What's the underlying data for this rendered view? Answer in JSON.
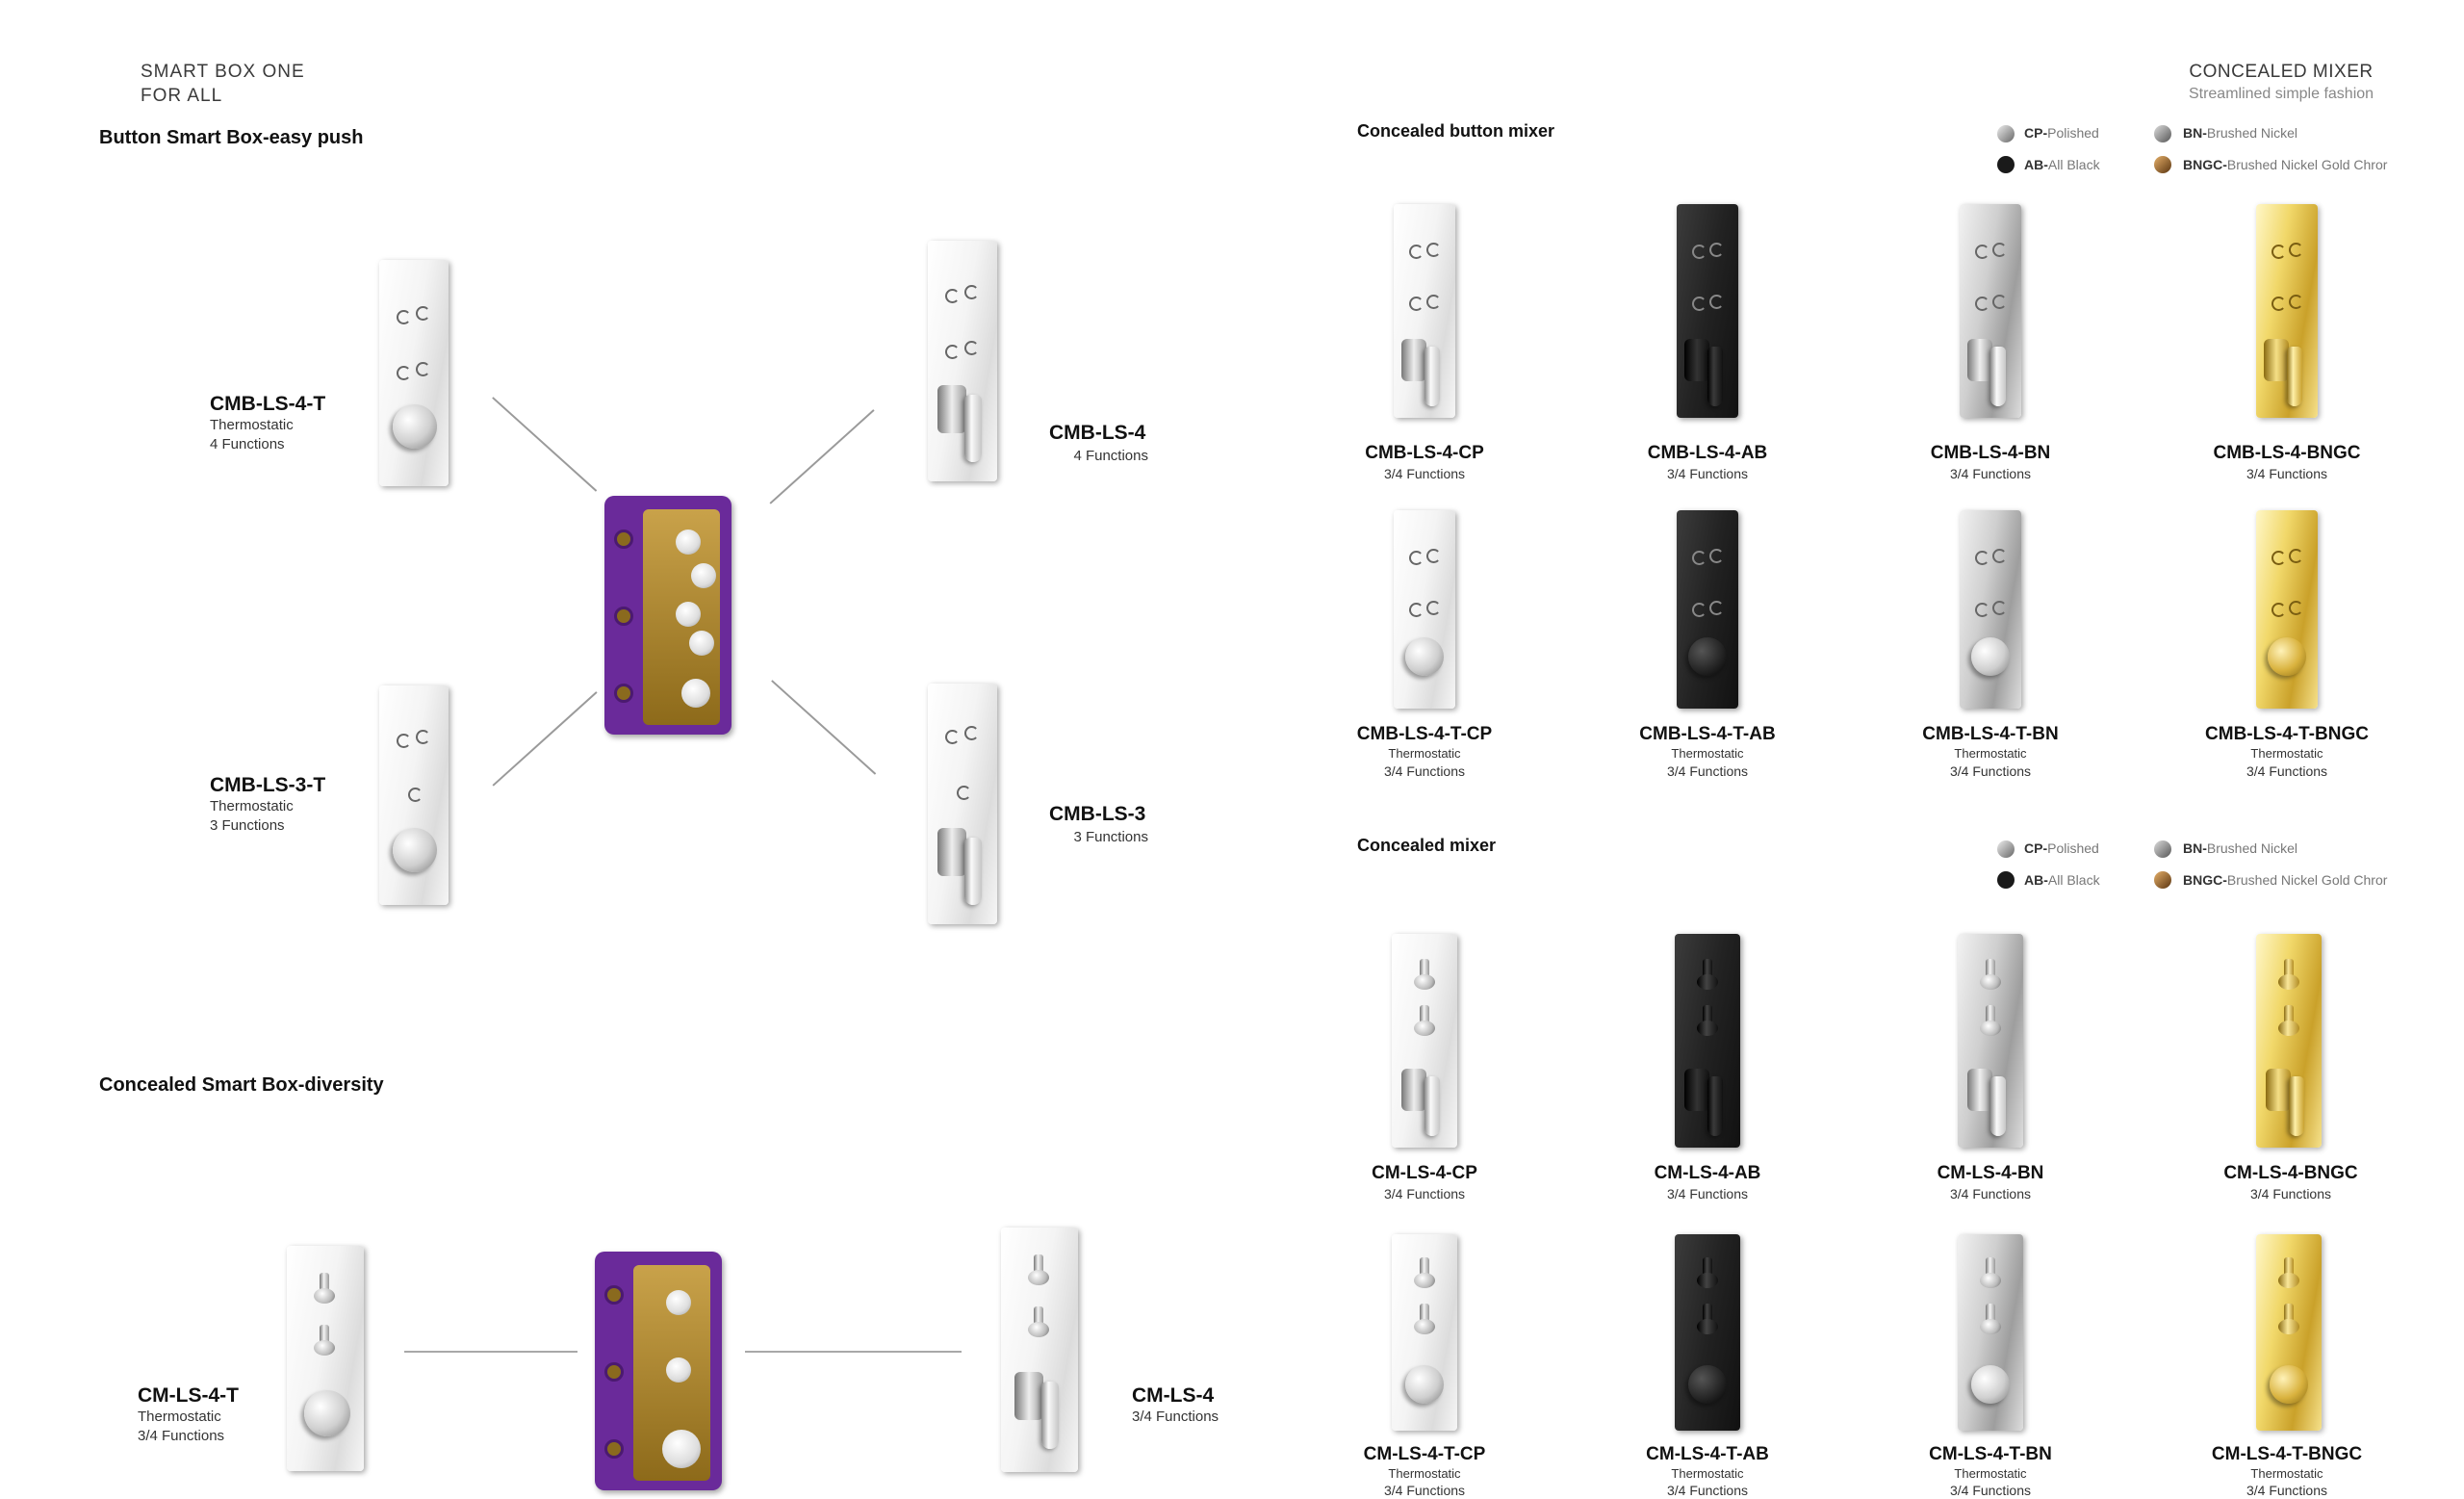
{
  "header": {
    "left_line1": "SMART BOX ONE",
    "left_line2": "FOR ALL",
    "right_title": "CONCEALED MIXER",
    "right_subtitle": "Streamlined simple fashion"
  },
  "left": {
    "section1_title": "Button Smart Box-easy push",
    "section2_title": "Concealed Smart Box-diversity",
    "products1": [
      {
        "code": "CMB-LS-4-T",
        "line1": "Thermostatic",
        "line2": "4 Functions"
      },
      {
        "code": "CMB-LS-3-T",
        "line1": "Thermostatic",
        "line2": "3 Functions"
      },
      {
        "code": "CMB-LS-4",
        "line1": "4 Functions",
        "line2": ""
      },
      {
        "code": "CMB-LS-3",
        "line1": "3 Functions",
        "line2": ""
      }
    ],
    "products2": [
      {
        "code": "CM-LS-4-T",
        "line1": "Thermostatic",
        "line2": "3/4 Functions"
      },
      {
        "code": "CM-LS-4",
        "line1": "3/4 Functions",
        "line2": ""
      }
    ]
  },
  "legend": [
    {
      "abbr": "CP-",
      "name": "Polished",
      "color": "#9a9a9a"
    },
    {
      "abbr": "BN-",
      "name": "Brushed Nickel",
      "color": "#8c8c8c"
    },
    {
      "abbr": "AB-",
      "name": "All Black",
      "color": "#1a1a1a"
    },
    {
      "abbr": "BNGC-",
      "name": "Brushed Nickel Gold Chror",
      "color": "#a0642a"
    }
  ],
  "button_mixer": {
    "title": "Concealed button mixer",
    "row1": [
      {
        "code": "CMB-LS-4-CP",
        "line1": "3/4 Functions",
        "line2": "",
        "finish": "cp"
      },
      {
        "code": "CMB-LS-4-AB",
        "line1": "3/4 Functions",
        "line2": "",
        "finish": "ab"
      },
      {
        "code": "CMB-LS-4-BN",
        "line1": "3/4 Functions",
        "line2": "",
        "finish": "bn"
      },
      {
        "code": "CMB-LS-4-BNGC",
        "line1": "3/4 Functions",
        "line2": "",
        "finish": "bngc"
      }
    ],
    "row2": [
      {
        "code": "CMB-LS-4-T-CP",
        "line1": "Thermostatic",
        "line2": "3/4 Functions",
        "finish": "cp"
      },
      {
        "code": "CMB-LS-4-T-AB",
        "line1": "Thermostatic",
        "line2": "3/4 Functions",
        "finish": "ab"
      },
      {
        "code": "CMB-LS-4-T-BN",
        "line1": "Thermostatic",
        "line2": "3/4 Functions",
        "finish": "bn"
      },
      {
        "code": "CMB-LS-4-T-BNGC",
        "line1": "Thermostatic",
        "line2": "3/4 Functions",
        "finish": "bngc"
      }
    ]
  },
  "concealed_mixer": {
    "title": "Concealed mixer",
    "row1": [
      {
        "code": "CM-LS-4-CP",
        "line1": "3/4 Functions",
        "line2": "",
        "finish": "cp"
      },
      {
        "code": "CM-LS-4-AB",
        "line1": "3/4 Functions",
        "line2": "",
        "finish": "ab"
      },
      {
        "code": "CM-LS-4-BN",
        "line1": "3/4 Functions",
        "line2": "",
        "finish": "bn"
      },
      {
        "code": "CM-LS-4-BNGC",
        "line1": "3/4 Functions",
        "line2": "",
        "finish": "bngc"
      }
    ],
    "row2": [
      {
        "code": "CM-LS-4-T-CP",
        "line1": "Thermostatic",
        "line2": "3/4 Functions",
        "finish": "cp"
      },
      {
        "code": "CM-LS-4-T-AB",
        "line1": "Thermostatic",
        "line2": "3/4 Functions",
        "finish": "ab"
      },
      {
        "code": "CM-LS-4-T-BN",
        "line1": "Thermostatic",
        "line2": "3/4 Functions",
        "finish": "bn"
      },
      {
        "code": "CM-LS-4-T-BNGC",
        "line1": "Thermostatic",
        "line2": "3/4 Functions",
        "finish": "bngc"
      }
    ]
  }
}
